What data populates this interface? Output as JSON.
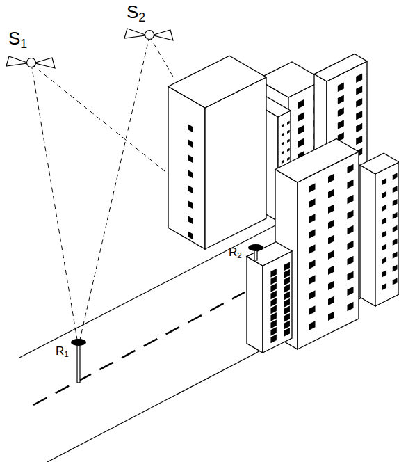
{
  "diagram": {
    "labels": [
      "S1",
      "S2",
      "R1",
      "R2"
    ]
  }
}
